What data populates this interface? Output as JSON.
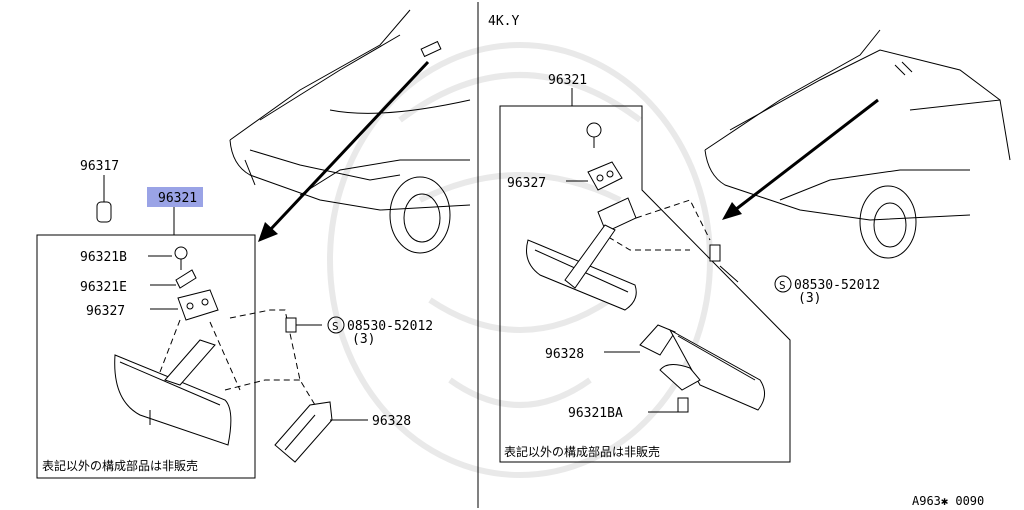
{
  "left_panel": {
    "labels": {
      "bulb": "96317",
      "assembly": "96321",
      "screw": "96321B",
      "cover": "96321E",
      "base": "96327",
      "bolt_spec": "08530-52012",
      "bolt_qty": "(3)",
      "bracket": "96328"
    },
    "note": "表記以外の構成部品は非販売"
  },
  "right_panel": {
    "variant": "4K.Y",
    "labels": {
      "assembly": "96321",
      "base": "96327",
      "bolt_spec": "08530-52012",
      "bolt_qty": "(3)",
      "cover": "96328",
      "screw": "96321BA"
    },
    "note": "表記以外の構成部品は非販売"
  },
  "symbol_s": "S",
  "figure_code": "A963✱ 0090",
  "colors": {
    "highlight": "#9aa3e6",
    "line": "#000000",
    "watermark": "#e9e9e9"
  }
}
